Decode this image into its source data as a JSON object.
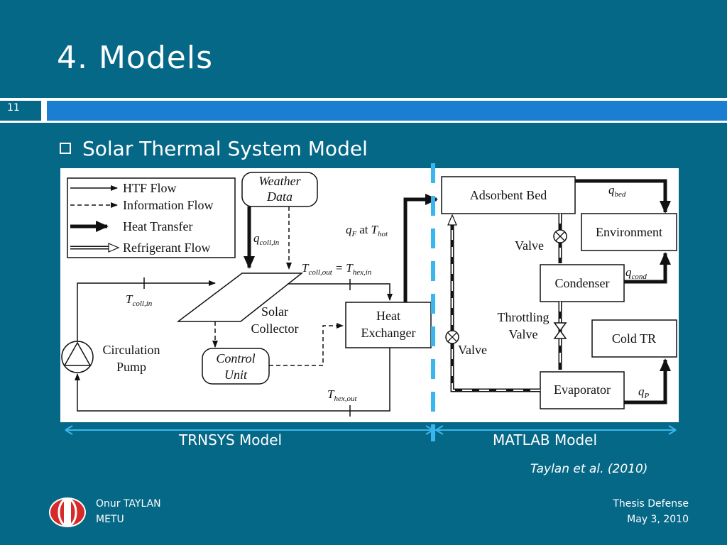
{
  "slide": {
    "title": "4. Models",
    "number": "11",
    "bullet": "Solar Thermal System Model"
  },
  "diagram": {
    "legend": {
      "htf_flow": "HTF Flow",
      "information_flow": "Information Flow",
      "heat_transfer": "Heat Transfer",
      "refrigerant_flow": "Refrigerant Flow"
    },
    "nodes": {
      "weather_data_line1": "Weather",
      "weather_data_line2": "Data",
      "solar_collector_line1": "Solar",
      "solar_collector_line2": "Collector",
      "control_unit_line1": "Control",
      "control_unit_line2": "Unit",
      "heat_exchanger_line1": "Heat",
      "heat_exchanger_line2": "Exchanger",
      "circulation_pump_line1": "Circulation",
      "circulation_pump_line2": "Pump",
      "adsorbent_bed": "Adsorbent Bed",
      "environment": "Environment",
      "condenser": "Condenser",
      "cold_tr": "Cold TR",
      "evaporator": "Evaporator",
      "valve_top": "Valve",
      "valve_left": "Valve",
      "throttling_valve_line1": "Throttling",
      "throttling_valve_line2": "Valve"
    },
    "variables": {
      "q_coll_in_main": "q",
      "q_coll_in_sub": "coll,in",
      "t_coll_out_main": "T",
      "t_coll_out_sub": "coll,out",
      "equals": "=",
      "t_hex_in_main": "T",
      "t_hex_in_sub": "hex,in",
      "t_coll_in_main": "T",
      "t_coll_in_sub": "coll,in",
      "t_hex_out_main": "T",
      "t_hex_out_sub": "hex,out",
      "qf_main": "q",
      "qf_sub": "F",
      "at_text": "at",
      "t_hot_main": "T",
      "t_hot_sub": "hot",
      "q_bed_main": "q",
      "q_bed_sub": "bed",
      "q_cond_main": "q",
      "q_cond_sub": "cond",
      "q_p_main": "q",
      "q_p_sub": "P"
    }
  },
  "segments": {
    "left": "TRNSYS Model",
    "right": "MATLAB Model"
  },
  "citation": "Taylan et al. (2010)",
  "footer": {
    "author": "Onur TAYLAN",
    "institution": "METU",
    "event": "Thesis Defense",
    "date": "May 3, 2010"
  },
  "colors": {
    "background": "#066887",
    "accent_bar": "#1a7fd0",
    "separator": "#39b6ee",
    "logo_red": "#d62a2a"
  }
}
